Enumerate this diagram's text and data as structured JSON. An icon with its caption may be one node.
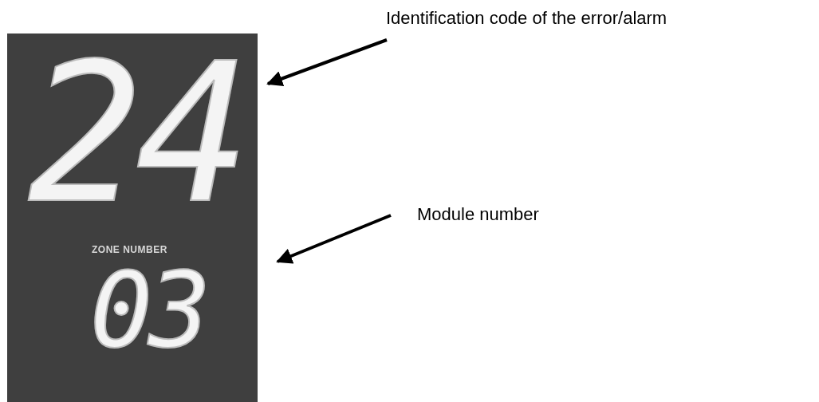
{
  "diagram": {
    "nodes": [
      {
        "text": [],
        "shape": "box"
      },
      {
        "text": [
          "24"
        ],
        "in": 0
      },
      {
        "text": [
          "ZONE NUMBER",
          "03"
        ],
        "in": 0
      },
      {
        "text": [
          "Identification code of the error/alarm"
        ]
      },
      {
        "text": [
          "Module number"
        ]
      }
    ],
    "edges": [
      {
        "from": 3,
        "to": 1,
        "arrow": "to"
      },
      {
        "from": 4,
        "to": 2,
        "arrow": "to"
      }
    ]
  }
}
